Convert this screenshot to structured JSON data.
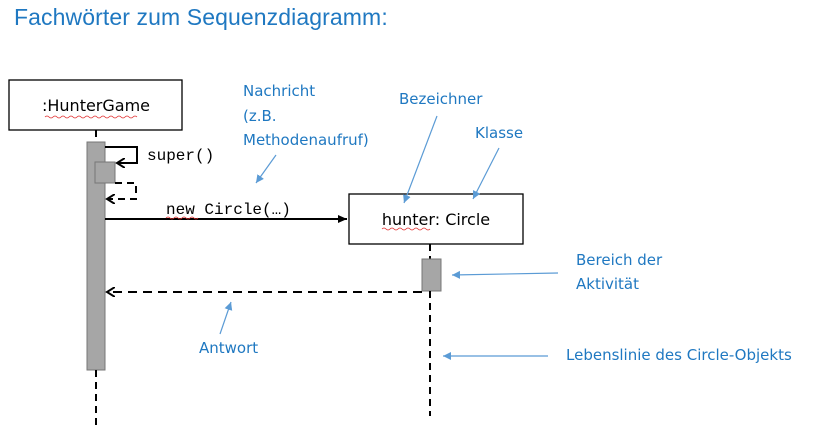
{
  "title": "Fachwörter zum Sequenzdiagramm:",
  "colors": {
    "annotation": "#1f78c1",
    "annotation_arrow": "#5b9bd5",
    "activation": "#a6a6a6",
    "line": "#000000",
    "spellcheck": "#e03030"
  },
  "objects": {
    "hunter_game": ":HunterGame",
    "hunter_circle_name": "hunter",
    "hunter_circle_sep": ": ",
    "hunter_circle_class": "Circle"
  },
  "messages": {
    "self_call": "super()",
    "create_new": "new",
    "create_rest": " Circle(…)"
  },
  "annotations": {
    "nachricht": [
      "Nachricht",
      "(z.B.",
      "Methodenaufruf)"
    ],
    "bezeichner": "Bezeichner",
    "klasse": "Klasse",
    "aktivitaet": [
      "Bereich der",
      "Aktivität"
    ],
    "antwort": "Antwort",
    "lebenslinie": "Lebenslinie des Circle-Objekts"
  }
}
